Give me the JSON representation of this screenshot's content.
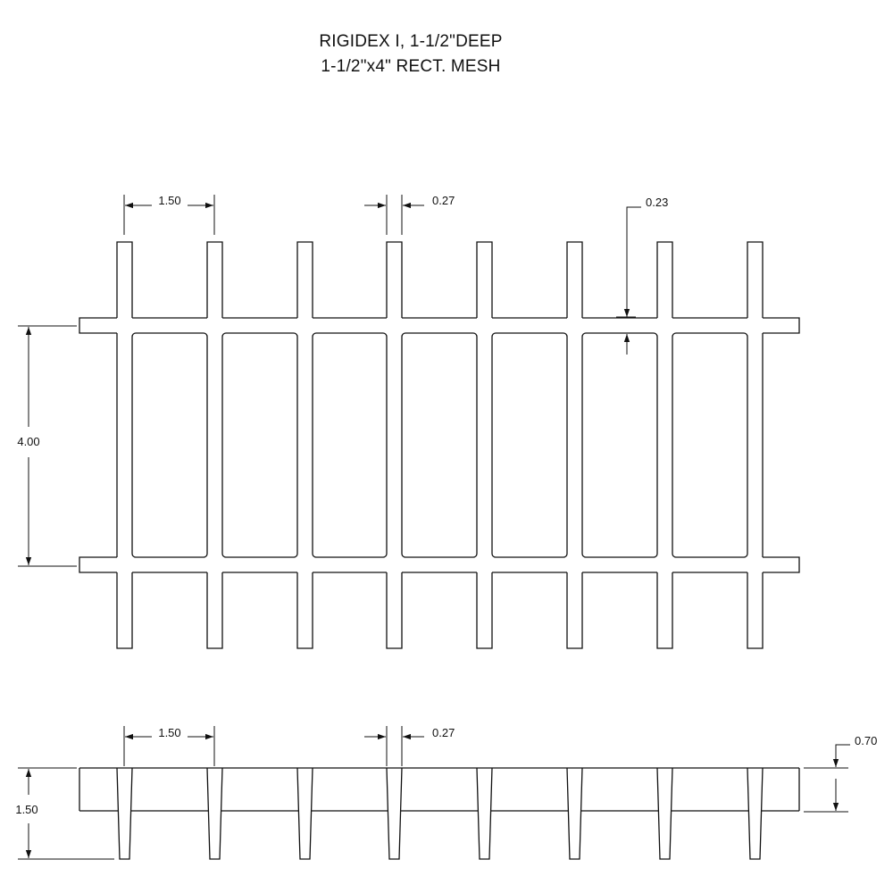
{
  "title": {
    "line1": "RIGIDEX I, 1-1/2\"DEEP",
    "line2": "1-1/2\"x4\" RECT. MESH"
  },
  "plan_view": {
    "dimensions": {
      "bar_spacing": "1.50",
      "bar_width": "0.27",
      "cross_bar_width": "0.23",
      "mesh_length": "4.00"
    }
  },
  "section_view": {
    "dimensions": {
      "bar_spacing": "1.50",
      "bar_width": "0.27",
      "cross_bar_depth": "0.70",
      "overall_depth": "1.50"
    }
  }
}
